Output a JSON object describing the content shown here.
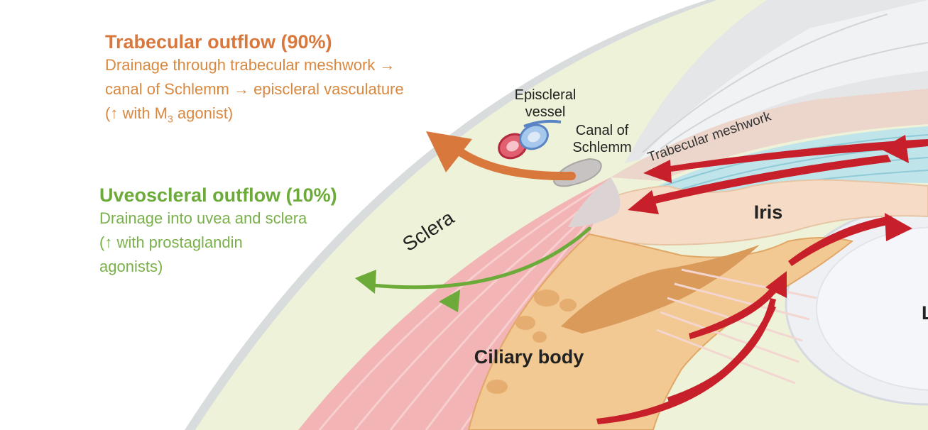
{
  "trabecular": {
    "title": "Trabecular outflow (90%)",
    "line1": "Drainage through trabecular meshwork →",
    "line2": "canal of Schlemm → episcleral vasculature",
    "line3_prefix": "(↑ with M",
    "line3_sub": "3",
    "line3_suffix": " agonist)"
  },
  "uveoscleral": {
    "title": "Uveoscleral outflow (10%)",
    "line1": "Drainage into uvea and sclera",
    "line2": "(↑ with prostaglandin",
    "line3": "agonists)"
  },
  "labels": {
    "episcleral_line1": "Episcleral",
    "episcleral_line2": "vessel",
    "canal_line1": "Canal of",
    "canal_line2": "Schlemm",
    "trabecular_meshwork": "Trabecular meshwork",
    "sclera": "Sclera",
    "iris": "Iris",
    "ciliary_body": "Ciliary body",
    "lens_partial": "L"
  },
  "colors": {
    "trabecular": "#d9783d",
    "uveoscleral": "#6cab3a",
    "aqueous_flow": "#c8202a",
    "sclera": "#eef2d8",
    "iris": "#f6dcc6",
    "ciliary_body": "#f2c893",
    "ciliary_muscle": "#f2b4b4",
    "cornea": "#e4e6e8"
  }
}
